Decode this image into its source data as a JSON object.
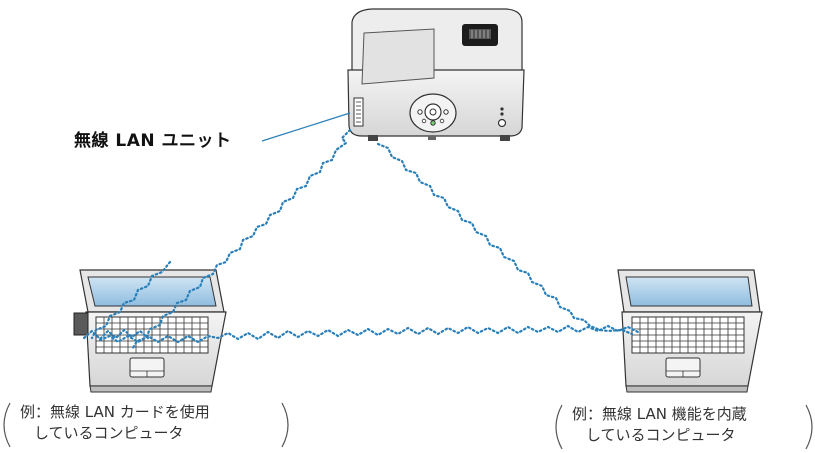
{
  "labels": {
    "wireless_unit": "無線 LAN ユニット"
  },
  "captions": {
    "left": {
      "line1": "例：無線 LAN カードを使用",
      "line2": "しているコンピュータ"
    },
    "right": {
      "line1": "例：無線 LAN 機能を内蔵",
      "line2": "しているコンピュータ"
    }
  },
  "colors": {
    "signal": "#2a7fb8",
    "screen": "#a9cde8",
    "body": "#e8e8e8",
    "outline": "#333333"
  }
}
